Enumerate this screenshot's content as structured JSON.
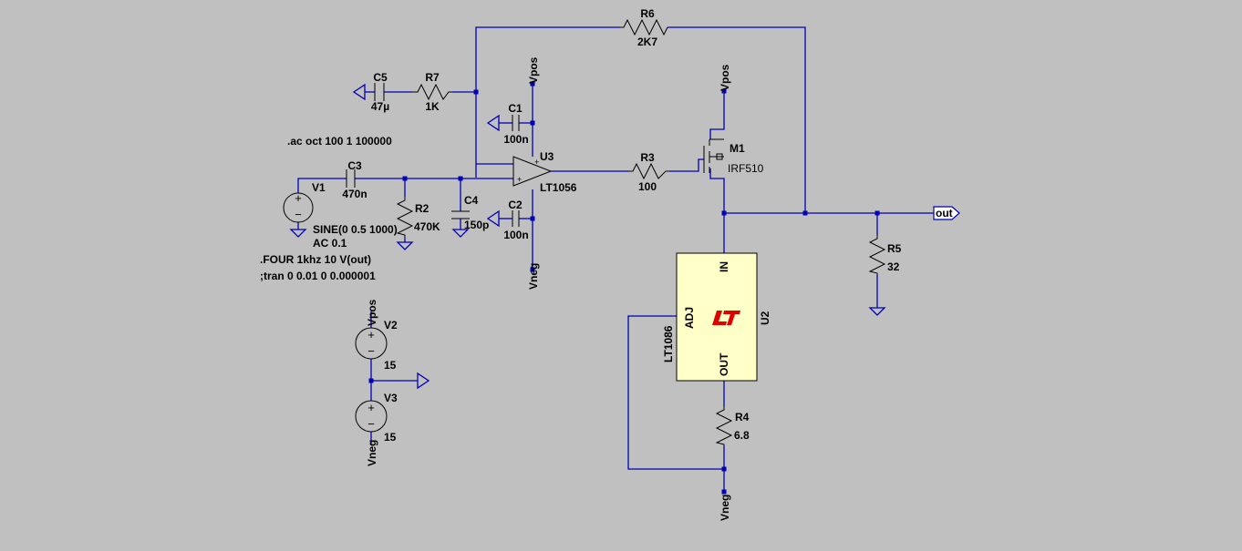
{
  "components": {
    "R6": {
      "ref": "R6",
      "value": "2K7"
    },
    "R7": {
      "ref": "R7",
      "value": "1K"
    },
    "C5": {
      "ref": "C5",
      "value": "47µ"
    },
    "C1": {
      "ref": "C1",
      "value": "100n"
    },
    "C2": {
      "ref": "C2",
      "value": "100n"
    },
    "C3": {
      "ref": "C3",
      "value": "470n"
    },
    "C4": {
      "ref": "C4",
      "value": "150p"
    },
    "R2": {
      "ref": "R2",
      "value": "470K"
    },
    "R3": {
      "ref": "R3",
      "value": "100"
    },
    "R4": {
      "ref": "R4",
      "value": "6.8"
    },
    "R5": {
      "ref": "R5",
      "value": "32"
    },
    "U3": {
      "ref": "U3",
      "value": "LT1056"
    },
    "M1": {
      "ref": "M1",
      "value": "IRF510"
    },
    "U2": {
      "ref": "U2",
      "value": "LT1086",
      "pin_in": "IN",
      "pin_adj": "ADJ",
      "pin_out": "OUT",
      "logo": "LT"
    },
    "V1": {
      "ref": "V1",
      "value": "SINE(0 0.5 1000)",
      "ac": "AC 0.1"
    },
    "V2": {
      "ref": "V2",
      "value": "15"
    },
    "V3": {
      "ref": "V3",
      "value": "15"
    }
  },
  "nets": {
    "vpos": "Vpos",
    "vneg": "Vneg",
    "out": "out"
  },
  "directives": {
    "ac": ".ac oct 100 1 100000",
    "four": ".FOUR 1khz 10 V(out)",
    "tran": ";tran 0 0.01 0 0.000001"
  },
  "colors": {
    "background": "#c0c0c0",
    "wire": "#0000b4",
    "component": "#000000",
    "logo": "#e00000"
  }
}
